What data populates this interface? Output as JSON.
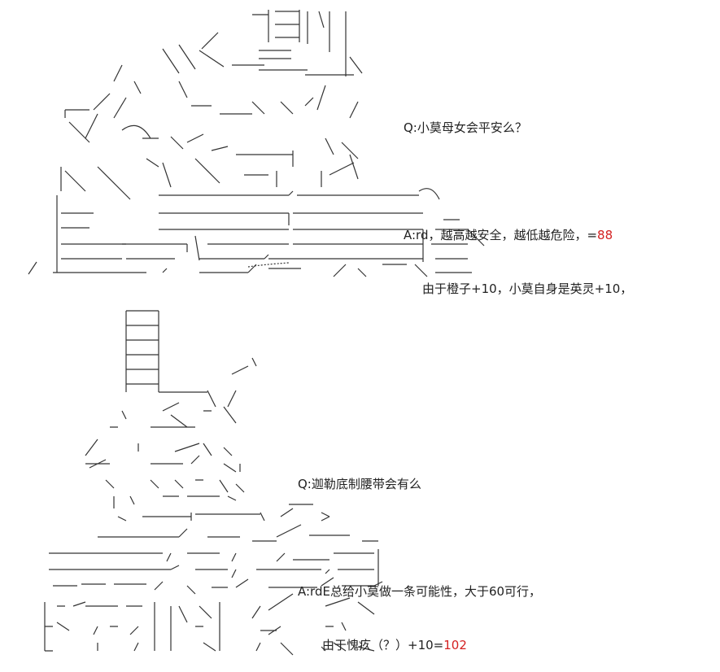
{
  "panel1": {
    "question": "Q:小莫母女会平安么？",
    "answer_prefix": "A:rd，越高越安全，越低越危险，=",
    "answer_value": "88",
    "answer_line2": "由于橙子+10，小莫自身是英灵+10，"
  },
  "panel2": {
    "question": "Q:迦勒底制腰带会有么",
    "answer_line1": "A:rdE总给小莫做一条可能性，大于60可行，",
    "answer_line2_prefix": "由于愧疚（？）+10=",
    "answer_value": "102"
  },
  "colors": {
    "text": "#222222",
    "highlight": "#d42020",
    "art_stroke": "#333333"
  }
}
